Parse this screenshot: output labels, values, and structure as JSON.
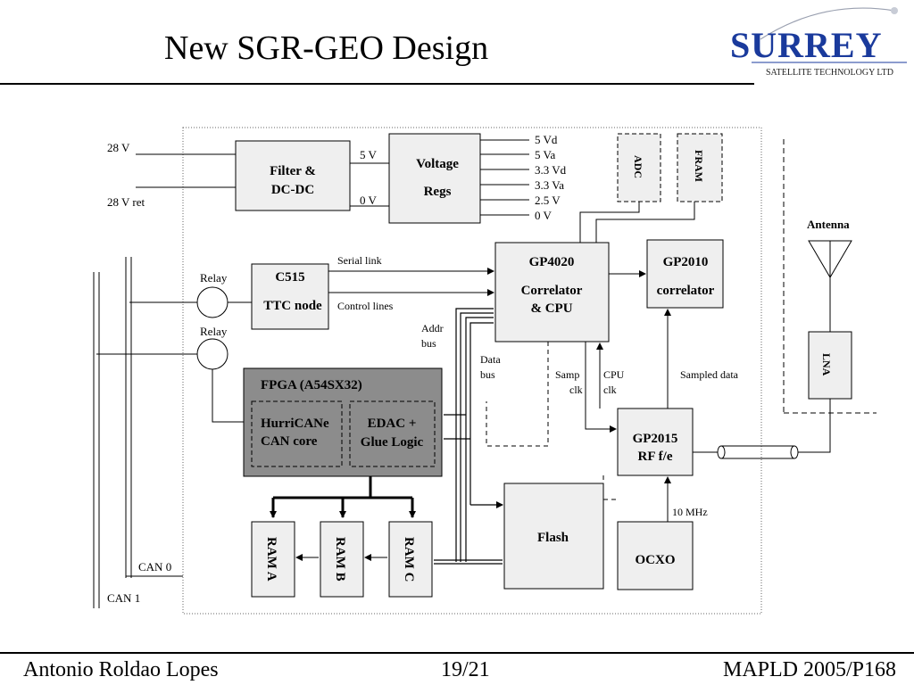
{
  "slide": {
    "title": "New SGR-GEO Design",
    "logo": {
      "brand": "SURREY",
      "tagline": "SATELLITE TECHNOLOGY LTD",
      "brand_color": "#1a3a9c"
    },
    "footer": {
      "author": "Antonio Roldao Lopes",
      "page": "19/21",
      "event": "MAPLD 2005/P168"
    }
  },
  "diagram": {
    "power_in": "28 V",
    "power_ret": "28 V ret",
    "filter": {
      "line1": "Filter &",
      "line2": "DC-DC"
    },
    "v5": "5 V",
    "v0": "0 V",
    "voltage_regs": {
      "line1": "Voltage",
      "line2": "Regs"
    },
    "rails": [
      "5 Vd",
      "5 Va",
      "3.3 Vd",
      "3.3 Va",
      "2.5 V",
      "0 V"
    ],
    "adc": "ADC",
    "fram": "FRAM",
    "antenna": "Antenna",
    "lna": "LNA",
    "gp4020": {
      "line1": "GP4020",
      "line2": "Correlator",
      "line3": "& CPU"
    },
    "gp2010": {
      "line1": "GP2010",
      "line2": "correlator"
    },
    "c515": {
      "line1": "C515",
      "line2": "TTC node"
    },
    "relay1": "Relay",
    "relay2": "Relay",
    "serial_link": "Serial link",
    "control_lines": "Control lines",
    "addr_bus": {
      "line1": "Addr",
      "line2": "bus"
    },
    "data_bus": {
      "line1": "Data",
      "line2": "bus"
    },
    "samp_clk": {
      "line1": "Samp",
      "line2": "clk"
    },
    "cpu_clk": {
      "line1": "CPU",
      "line2": "clk"
    },
    "sampled_data": "Sampled data",
    "fpga": "FPGA (A54SX32)",
    "hurricane": {
      "line1": "HurriCANe",
      "line2": "CAN core"
    },
    "edac": {
      "line1": "EDAC +",
      "line2": "Glue Logic"
    },
    "gp2015": {
      "line1": "GP2015",
      "line2": "RF f/e"
    },
    "ram_a": "RAM A",
    "ram_b": "RAM B",
    "ram_c": "RAM C",
    "flash": "Flash",
    "ocxo": "OCXO",
    "ten_mhz": "10 MHz",
    "can0": "CAN 0",
    "can1": "CAN 1"
  },
  "colors": {
    "block_fill": "#efefef",
    "fpga_fill": "#8c8c8c",
    "line": "#000000"
  }
}
